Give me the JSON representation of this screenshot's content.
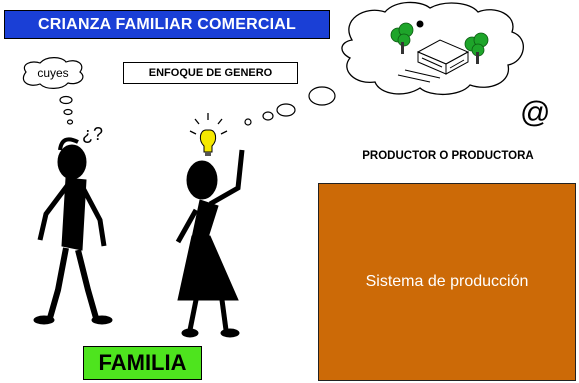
{
  "title": "CRIANZA FAMILIAR COMERCIAL",
  "gender_focus": "ENFOQUE DE GENERO",
  "thought_bubble_word": "cuyes",
  "producer_label": "PRODUCTOR O PRODUCTORA",
  "at_symbol": "@",
  "production_system": "Sistema de producción",
  "family_label": "FAMILIA",
  "colors": {
    "title_bg": "#1a3fd6",
    "production_bg": "#cc6a07",
    "family_bg": "#4ee41e",
    "bulb": "#f5e800"
  },
  "icons": [
    "thinking-man-figure",
    "woman-with-idea-figure",
    "lightbulb-icon",
    "farm-house-icon",
    "tree-icon"
  ]
}
